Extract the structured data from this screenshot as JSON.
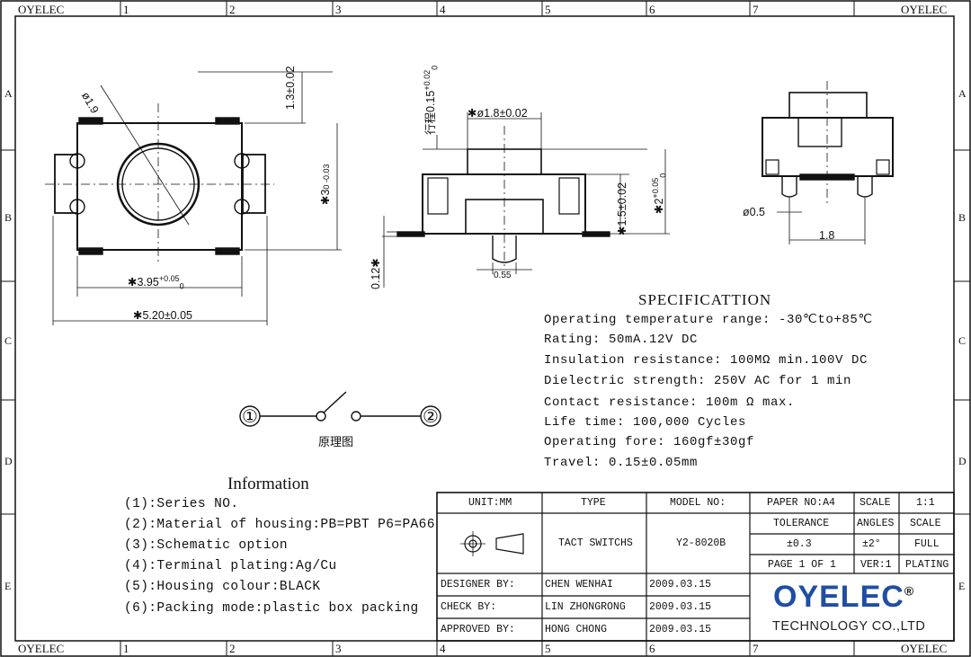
{
  "border": {
    "top_columns": [
      "OYELEC",
      "1",
      "2",
      "3",
      "4",
      "5",
      "6",
      "7",
      "OYELEC"
    ],
    "bottom_columns": [
      "OYELEC",
      "1",
      "2",
      "3",
      "4",
      "5",
      "6",
      "7",
      "OYELEC"
    ],
    "rows": [
      "A",
      "B",
      "C",
      "D",
      "E"
    ]
  },
  "front_view": {
    "dia": "ø1.9",
    "height_top": "1.3±0.02",
    "height_body": "3",
    "height_body_tol_top": "0",
    "height_body_tol_bottom": "-0.03",
    "width_body": "3.95",
    "width_body_tol_top": "+0.05",
    "width_body_tol_bottom": "0",
    "width_total": "5.20±0.05"
  },
  "side_view": {
    "travel": "行程0.15",
    "travel_tol_top": "+0.02",
    "travel_tol_bottom": "0",
    "actuator_dia": "ø1.8±0.02",
    "body_height": "1.5±0.02",
    "total_height": "2",
    "total_height_tol_top": "+0.05",
    "total_height_tol_bottom": "0",
    "post": "0.55",
    "plate": "0.12"
  },
  "end_view": {
    "pin": "ø0.5",
    "pitch": "1.8"
  },
  "schematic": {
    "terminal_1": "①",
    "terminal_2": "②",
    "caption": "原理图"
  },
  "specification": {
    "title": "SPECIFICATTION",
    "lines": [
      "Operating temperature range: -30℃to+85℃",
      "Rating: 50mA.12V DC",
      "Insulation resistance: 100MΩ min.100V DC",
      "Dielectric strength: 250V AC for 1 min",
      "Contact resistance: 100m Ω max.",
      "Life time: 100,000 Cycles",
      "Operating fore: 160gf±30gf",
      "Travel: 0.15±0.05mm"
    ]
  },
  "information": {
    "title": "Information",
    "lines": [
      "(1):Series NO.",
      "(2):Material of housing:PB=PBT P6=PA66",
      "(3):Schematic option",
      "(4):Terminal plating:Ag/Cu",
      "(5):Housing colour:BLACK",
      "(6):Packing mode:plastic box packing"
    ]
  },
  "title_block": {
    "unit": "UNIT:MM",
    "type_label": "TYPE",
    "model_label": "MODEL NO:",
    "paper": "PAPER NO:A4",
    "scale_label": "SCALE",
    "scale_value": "1:1",
    "type_value": "TACT SWITCHS",
    "model_value": "Y2-8020B",
    "tolerance_label": "TOLERANCE",
    "angles_label": "ANGLES",
    "scale_label_2": "SCALE",
    "tolerance_value": "±0.3",
    "angles_value": "±2°",
    "scale_value_2": "FULL",
    "page": "PAGE 1 OF 1",
    "ver": "VER:1",
    "plating": "PLATING",
    "designer_label": "DESIGNER BY:",
    "designer": "CHEN WENHAI",
    "designer_date": "2009.03.15",
    "check_label": "CHECK BY:",
    "checker": "LIN ZHONGRONG",
    "check_date": "2009.03.15",
    "approved_label": "APPROVED BY:",
    "approver": "HONG CHONG",
    "approved_date": "2009.03.15",
    "logo": "OYELEC",
    "logo_mark": "®",
    "company": "TECHNOLOGY CO.,LTD"
  },
  "colors": {
    "line": "#111111",
    "logo": "#1f4ea3"
  }
}
